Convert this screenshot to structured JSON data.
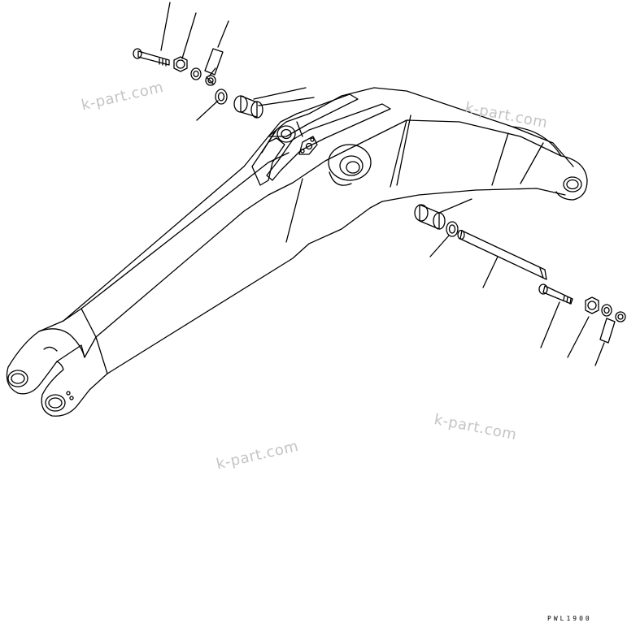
{
  "watermarks": [
    "k-part.com",
    "k-part.com",
    "k-part.com",
    "k-part.com"
  ],
  "drawing_code": "PWL1900",
  "colors": {
    "line": "#000000",
    "background": "#ffffff",
    "watermark": "#c4c4c4"
  }
}
